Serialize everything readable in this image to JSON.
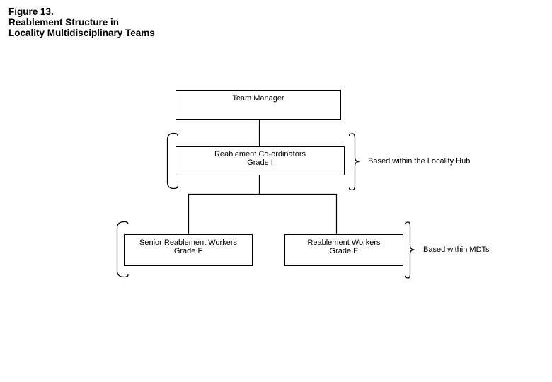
{
  "figure": {
    "title_lines": [
      "Figure 13.",
      "Reablement Structure in",
      "Locality Multidisciplinary Teams"
    ]
  },
  "boxes": {
    "team_manager": {
      "line1": "Team Manager"
    },
    "coordinators": {
      "line1": "Reablement Co-ordinators",
      "line2": "Grade I"
    },
    "senior_workers": {
      "line1": "Senior Reablement Workers",
      "line2": "Grade F"
    },
    "workers": {
      "line1": "Reablement Workers",
      "line2": "Grade E"
    }
  },
  "annotations": {
    "locality_hub": "Based within the Locality Hub",
    "mdts": "Based within MDTs"
  },
  "colors": {
    "line": "#000000",
    "text": "#000000",
    "background": "#ffffff"
  }
}
